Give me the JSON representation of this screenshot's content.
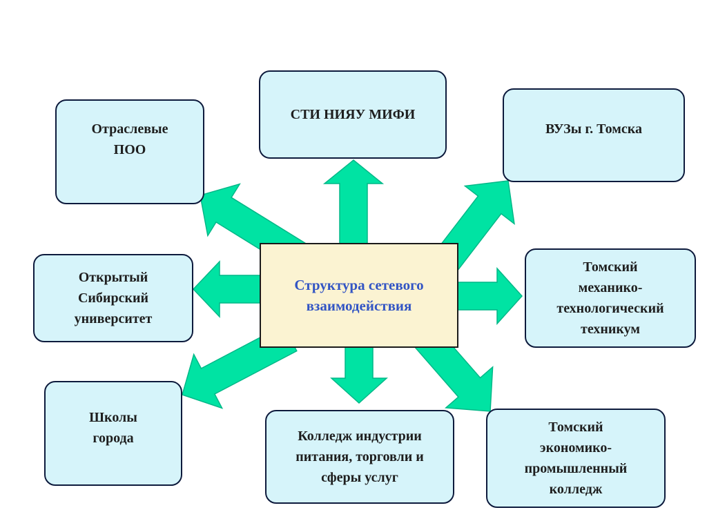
{
  "diagram": {
    "center": {
      "label": "Структура сетевого\nвзаимодействия"
    },
    "nodes": [
      {
        "id": "sti-niyau-mifi",
        "label": "СТИ НИЯУ МИФИ"
      },
      {
        "id": "otraslevye-poo",
        "label": "Отраслевые\nПОО"
      },
      {
        "id": "vuzy-tomska",
        "label": "ВУЗы г. Томска"
      },
      {
        "id": "otkrytyi-sibirskii-universitet",
        "label": "Открытый\nСибирский\nуниверситет"
      },
      {
        "id": "tomskii-mekhaniko-tekhnologicheskii-tekhnikum",
        "label": "Томский\nмеханико-\nтехнологический\nтехникум"
      },
      {
        "id": "shkoly-goroda",
        "label": "Школы\nгорода"
      },
      {
        "id": "kolledzh-industrii-pitaniya",
        "label": "Колледж индустрии\nпитания, торговли и\nсферы услуг"
      },
      {
        "id": "tomskii-ekonomiko-promyshlennyi-kolledzh",
        "label": "Томский\nэкономико-\nпромышленный\nколледж"
      }
    ]
  },
  "colors": {
    "arrow_fill": "#00e3a3",
    "arrow_stroke": "#00b888",
    "node_fill": "#d6f4fa",
    "node_border": "#0d1a3c",
    "center_fill": "#fbf3d2",
    "center_text": "#3355c4"
  }
}
